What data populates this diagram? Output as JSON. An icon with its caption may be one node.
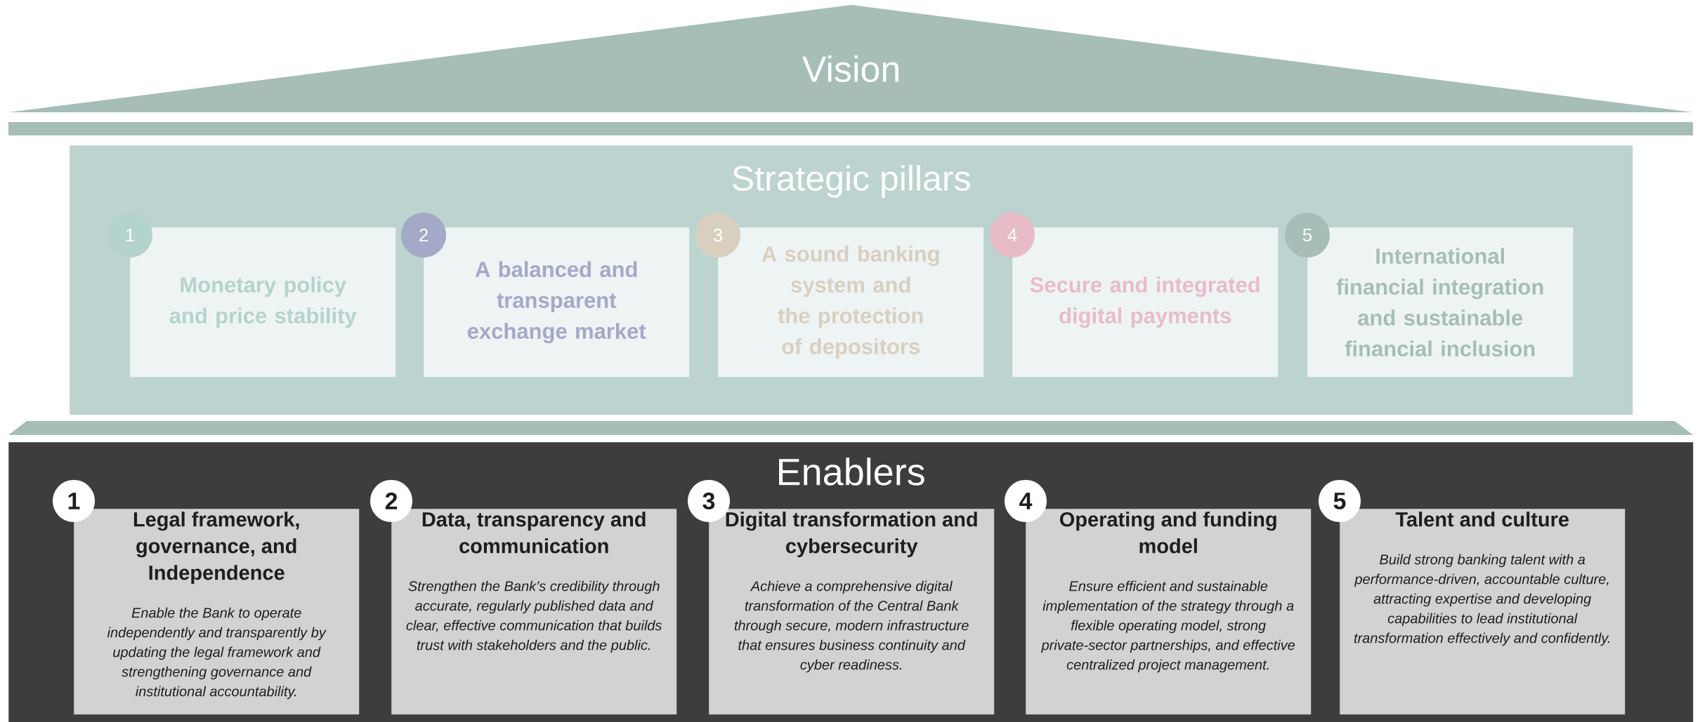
{
  "diagram": {
    "nodes": [
      {
        "text": [
          "Vision"
        ]
      },
      {
        "text": [
          "Strategic pillars"
        ]
      },
      {
        "text": [
          "Monetary policy and price stability"
        ],
        "in": 1,
        "beside": [
          "1"
        ]
      },
      {
        "text": [
          "A balanced and transparent exchange market"
        ],
        "in": 1,
        "beside": [
          "2"
        ]
      },
      {
        "text": [
          "A sound banking system and the protection of depositors"
        ],
        "in": 1,
        "beside": [
          "3"
        ]
      },
      {
        "text": [
          "Secure and integrated digital payments"
        ],
        "in": 1,
        "beside": [
          "4"
        ]
      },
      {
        "text": [
          "International financial integration and sustainable financial inclusion"
        ],
        "in": 1,
        "beside": [
          "5"
        ]
      },
      {
        "text": [
          "Enablers"
        ]
      },
      {
        "text": [
          "Legal framework, governance, and Independence",
          "Enable the Bank to operate independently and transparently by updating the legal framework and strengthening governance and institutional accountability."
        ],
        "in": 7,
        "beside": [
          "1"
        ]
      },
      {
        "text": [
          "Data, transparency and communication",
          "Strengthen the Bank’s credibility through accurate, regularly published data and clear, effective communication that builds trust with stakeholders and the public."
        ],
        "in": 7,
        "beside": [
          "2"
        ]
      },
      {
        "text": [
          "Digital transformation and cybersecurity",
          "Achieve a comprehensive digital transformation of the Central Bank through secure, modern infrastructure that ensures business continuity and cyber readiness."
        ],
        "in": 7,
        "beside": [
          "3"
        ]
      },
      {
        "text": [
          "Operating and funding model",
          "Ensure efficient and sustainable implementation of the strategy through a flexible operating model, strong private-sector partnerships, and effective centralized project management."
        ],
        "in": 7,
        "beside": [
          "4"
        ]
      },
      {
        "text": [
          "Talent and culture",
          "Build strong banking talent with a performance-driven, accountable culture, attracting expertise and developing capabilities to lead institutional transformation effectively and confidently."
        ],
        "in": 7,
        "beside": [
          "5"
        ]
      }
    ]
  }
}
